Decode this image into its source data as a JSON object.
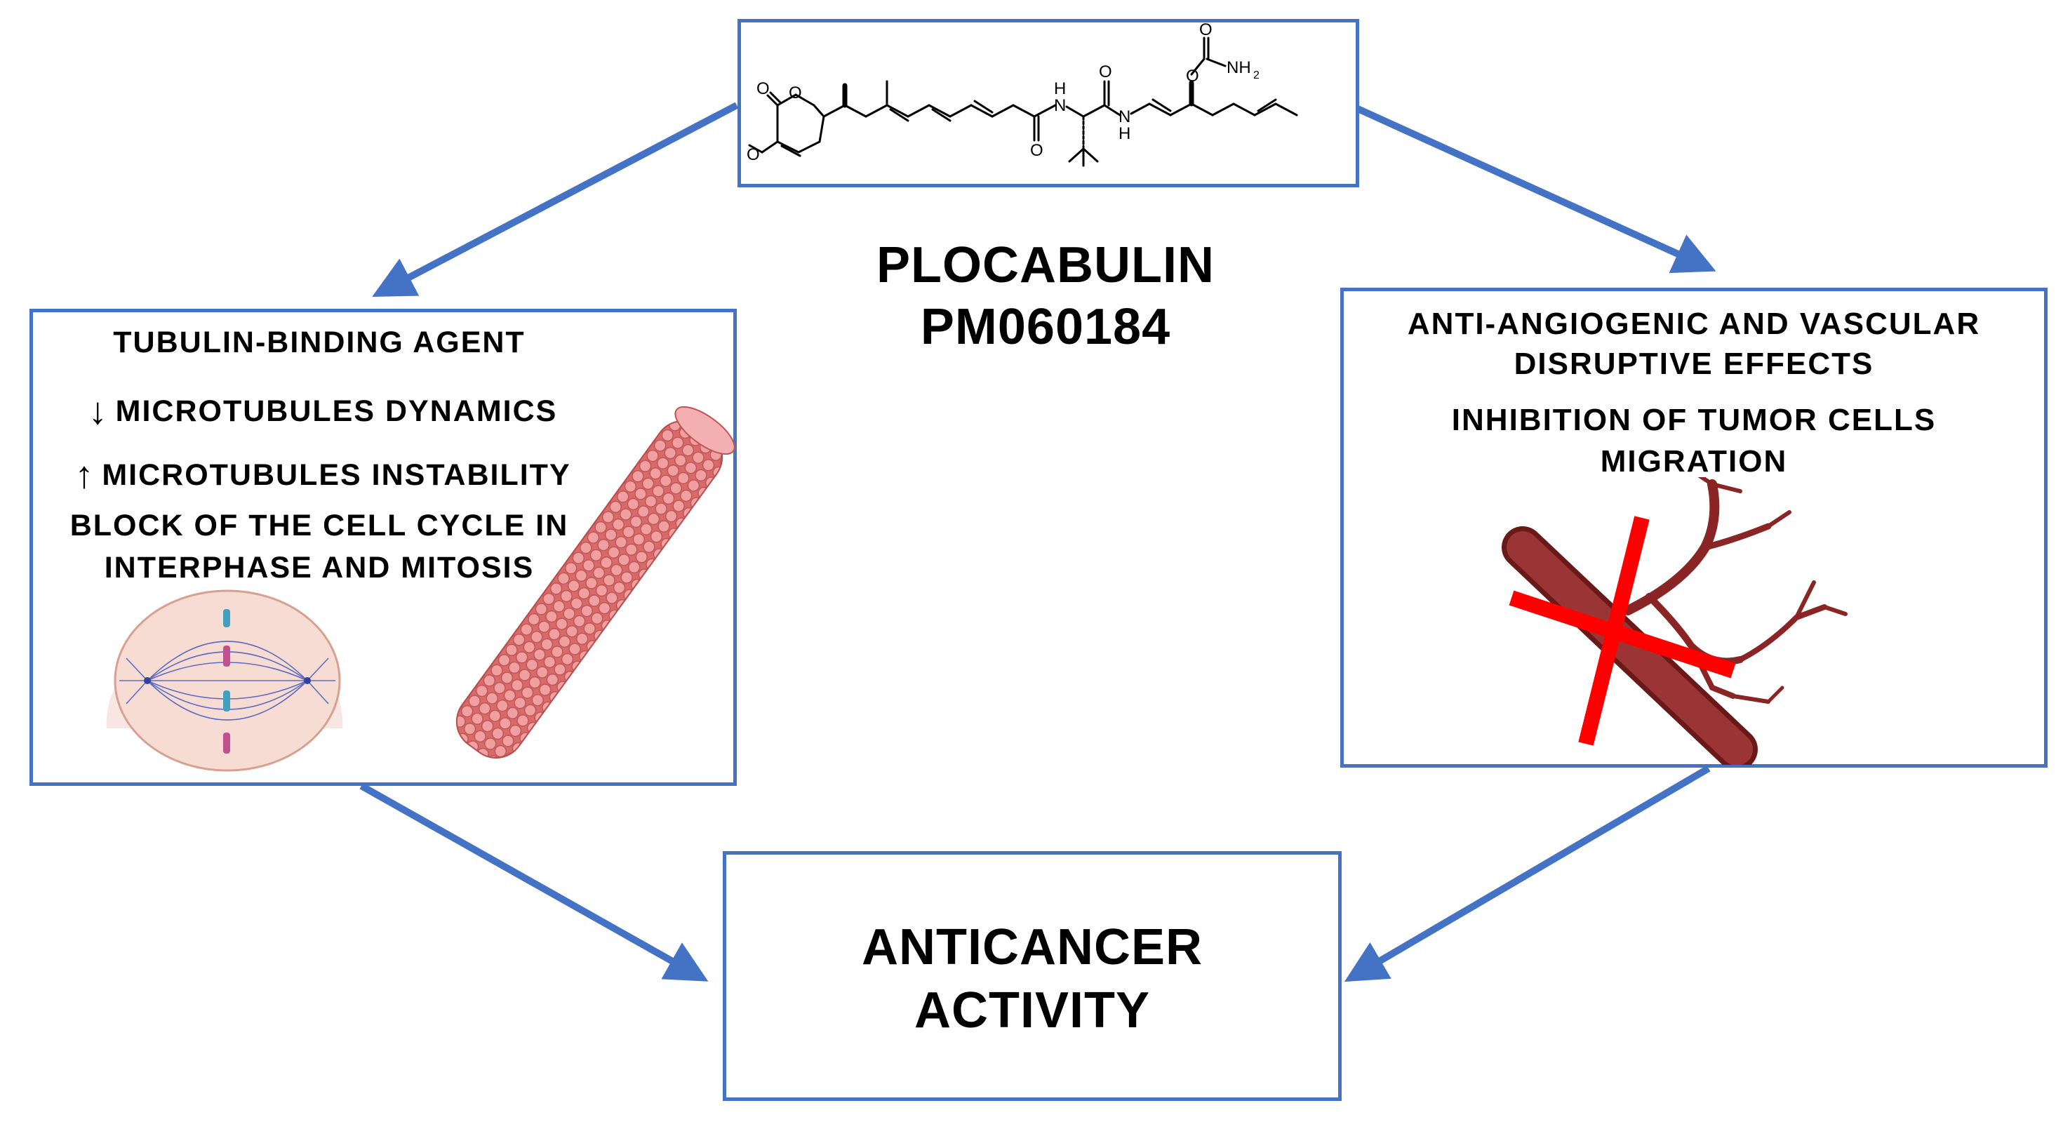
{
  "compound": {
    "name": "PLOCABULIN",
    "code": "PM060184",
    "structure_labels": {
      "nh2": "NH",
      "nh2_sub": "2",
      "o": "O",
      "n": "N",
      "h": "H"
    }
  },
  "left_panel": {
    "line1": "TUBULIN-BINDING  AGENT",
    "line2_arrow": "↓",
    "line2": "MICROTUBULES  DYNAMICS",
    "line3_arrow": "↑",
    "line3": "MICROTUBULES  INSTABILITY",
    "line4": "BLOCK  OF  THE  CELL  CYCLE  IN",
    "line5": "INTERPHASE  AND  MITOSIS"
  },
  "right_panel": {
    "line1": "ANTI-ANGIOGENIC  AND  VASCULAR",
    "line2": "DISRUPTIVE  EFFECTS",
    "line3": "INHIBITION  OF  TUMOR  CELLS",
    "line4": "MIGRATION"
  },
  "outcome": {
    "line1": "ANTICANCER",
    "line2": "ACTIVITY"
  },
  "colors": {
    "border": "#4472c4",
    "arrow": "#4472c4",
    "vessel": "#8b2525",
    "cross": "#ff0000",
    "microtubule": "#e07878"
  },
  "icons": [
    "chemical-structure",
    "mitotic-spindle-icon",
    "microtubule-icon",
    "blood-vessel-icon",
    "red-cross-icon"
  ]
}
